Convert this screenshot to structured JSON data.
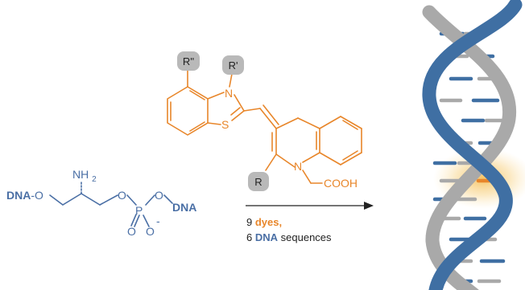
{
  "dye": {
    "r2": "R''",
    "r1": "R'",
    "n_thiazole": "N",
    "s": "S",
    "n_quin": "N",
    "r": "R",
    "acid": "COOH"
  },
  "linker": {
    "nh2": "NH2",
    "dna_left": "DNA",
    "o_link": "-O",
    "o1": "O",
    "p": "P",
    "o2": "O",
    "dna_right": "DNA",
    "o3": "O",
    "o4": "O",
    "minus": "-"
  },
  "arrow_caption": {
    "line1_count": "9",
    "line1_word": "dyes,",
    "line2_count": "6",
    "line2_word": "DNA",
    "line2_rest": "sequences"
  },
  "colors": {
    "dye": "#E8862A",
    "dna": "#4A6FA5",
    "helix_blue": "#3F6FA3",
    "helix_gray": "#A9A9A9",
    "highlight": "#F4C04E"
  }
}
